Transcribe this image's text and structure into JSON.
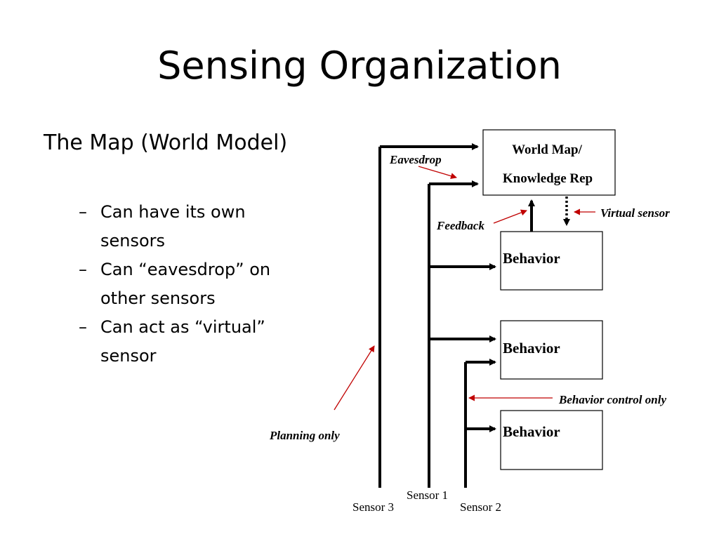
{
  "slide": {
    "title": "Sensing Organization",
    "subtitle": "The Map (World Model)",
    "bullet_marker": "–",
    "bullets": [
      "Can have its own sensors",
      "Can “eavesdrop” on other sensors",
      "Can act as “virtual” sensor"
    ]
  },
  "diagram": {
    "world_map_line1": "World Map/",
    "world_map_line2": "Knowledge Rep",
    "behavior_1": "Behavior",
    "behavior_2": "Behavior",
    "behavior_3": "Behavior",
    "label_eavesdrop": "Eavesdrop",
    "label_feedback": "Feedback",
    "label_virtual_sensor": "Virtual sensor",
    "label_behavior_control_only": "Behavior control only",
    "label_planning_only": "Planning only",
    "sensor_1": "Sensor 1",
    "sensor_2": "Sensor 2",
    "sensor_3": "Sensor 3",
    "annotation_color": "#c00000",
    "line_color": "#000000"
  }
}
